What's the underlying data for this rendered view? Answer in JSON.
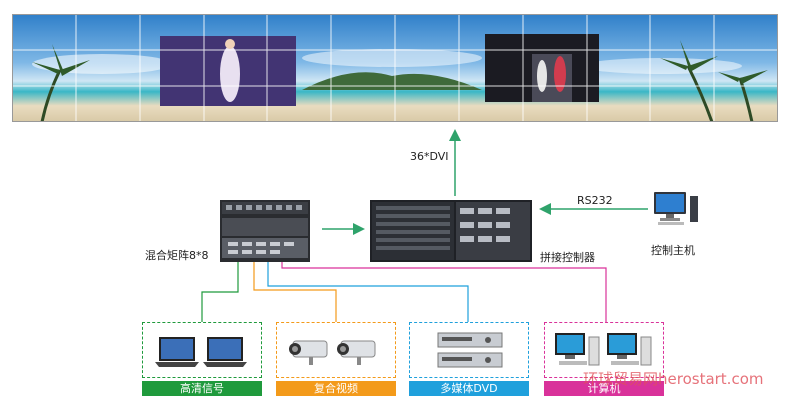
{
  "video_wall": {
    "label": "",
    "icon": "video-wall-icon"
  },
  "signal_label": "36*DVI",
  "matrix_label": "混合矩阵8*8",
  "controller_label": "拼接控制器",
  "serial_label": "RS232",
  "host_label": "控制主机",
  "sources": [
    {
      "label": "高清信号",
      "color": "#1f9a3c",
      "icon": "laptop-icon"
    },
    {
      "label": "复合视频",
      "color": "#f39a1a",
      "icon": "camera-icon"
    },
    {
      "label": "多媒体DVD",
      "color": "#1fa0dc",
      "icon": "dvd-player-icon"
    },
    {
      "label": "计算机",
      "color": "#d9329a",
      "icon": "desktop-computer-icon"
    }
  ],
  "watermark": "环球贸易网herostart.com",
  "colors": {
    "arrow": "#2fa36b",
    "green": "#1f9a3c",
    "orange": "#f39a1a",
    "blue": "#1fa0dc",
    "magenta": "#d9329a"
  }
}
